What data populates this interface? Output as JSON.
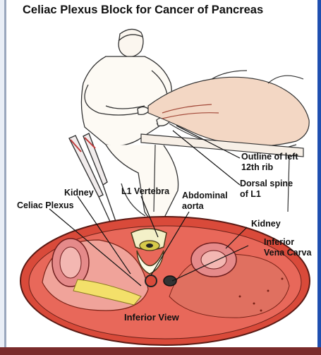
{
  "title": "Celiac Plexus Block for Cancer of Pancreas",
  "labels": {
    "rib_line1": "Outline of left",
    "rib_line2": "12th rib",
    "spine_line1": "Dorsal spine",
    "spine_line2": "of L1",
    "kidney_left": "Kidney",
    "celiac_plexus": "Celiac Plexus",
    "l1_vertebra": "L1 Vertebra",
    "aorta_line1": "Abdominal",
    "aorta_line2": "aorta",
    "kidney_right": "Kidney",
    "ivc_line1": "Inferior",
    "ivc_line2": "Vena Carva",
    "view": "Inferior View"
  },
  "colors": {
    "body_section": "#d94a3a",
    "kidney": "#e58a8a",
    "bone": "#f3f0c8",
    "liver_yellow": "#f3e06a",
    "frame_right": "#1f4fb0",
    "frame_bottom": "#7a2b2b"
  }
}
